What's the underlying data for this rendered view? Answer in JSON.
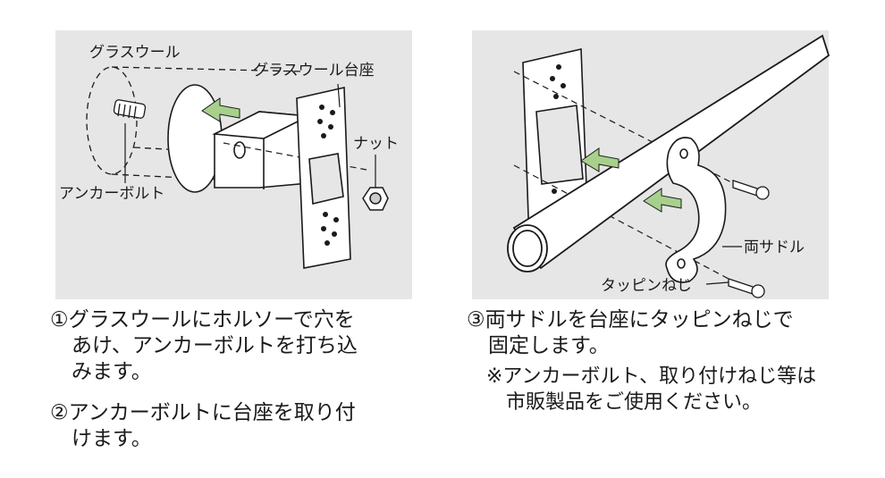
{
  "left": {
    "labels": {
      "glass_wool": "グラスウール",
      "base": "グラスウール台座",
      "nut": "ナット",
      "anchor_bolt": "アンカーボルト"
    },
    "steps": [
      {
        "lines": [
          "①グラスウールにホルソーで穴を",
          "あけ、アンカーボルトを打ち込",
          "みます。"
        ]
      },
      {
        "lines": [
          "②アンカーボルトに台座を取り付",
          "けます。"
        ]
      }
    ]
  },
  "right": {
    "labels": {
      "saddle": "両サドル",
      "tapping_screw": "タッピンねじ"
    },
    "steps": [
      {
        "lines": [
          "③両サドルを台座にタッピンねじで",
          "固定します。"
        ]
      }
    ],
    "note": {
      "lines": [
        "※アンカーボルト、取り付けねじ等は",
        "市販製品をご使用ください。"
      ]
    }
  },
  "colors": {
    "panel_bg": "#e6e6e6",
    "arrow_green": "#a8d08d",
    "line": "#1a1a1a"
  }
}
